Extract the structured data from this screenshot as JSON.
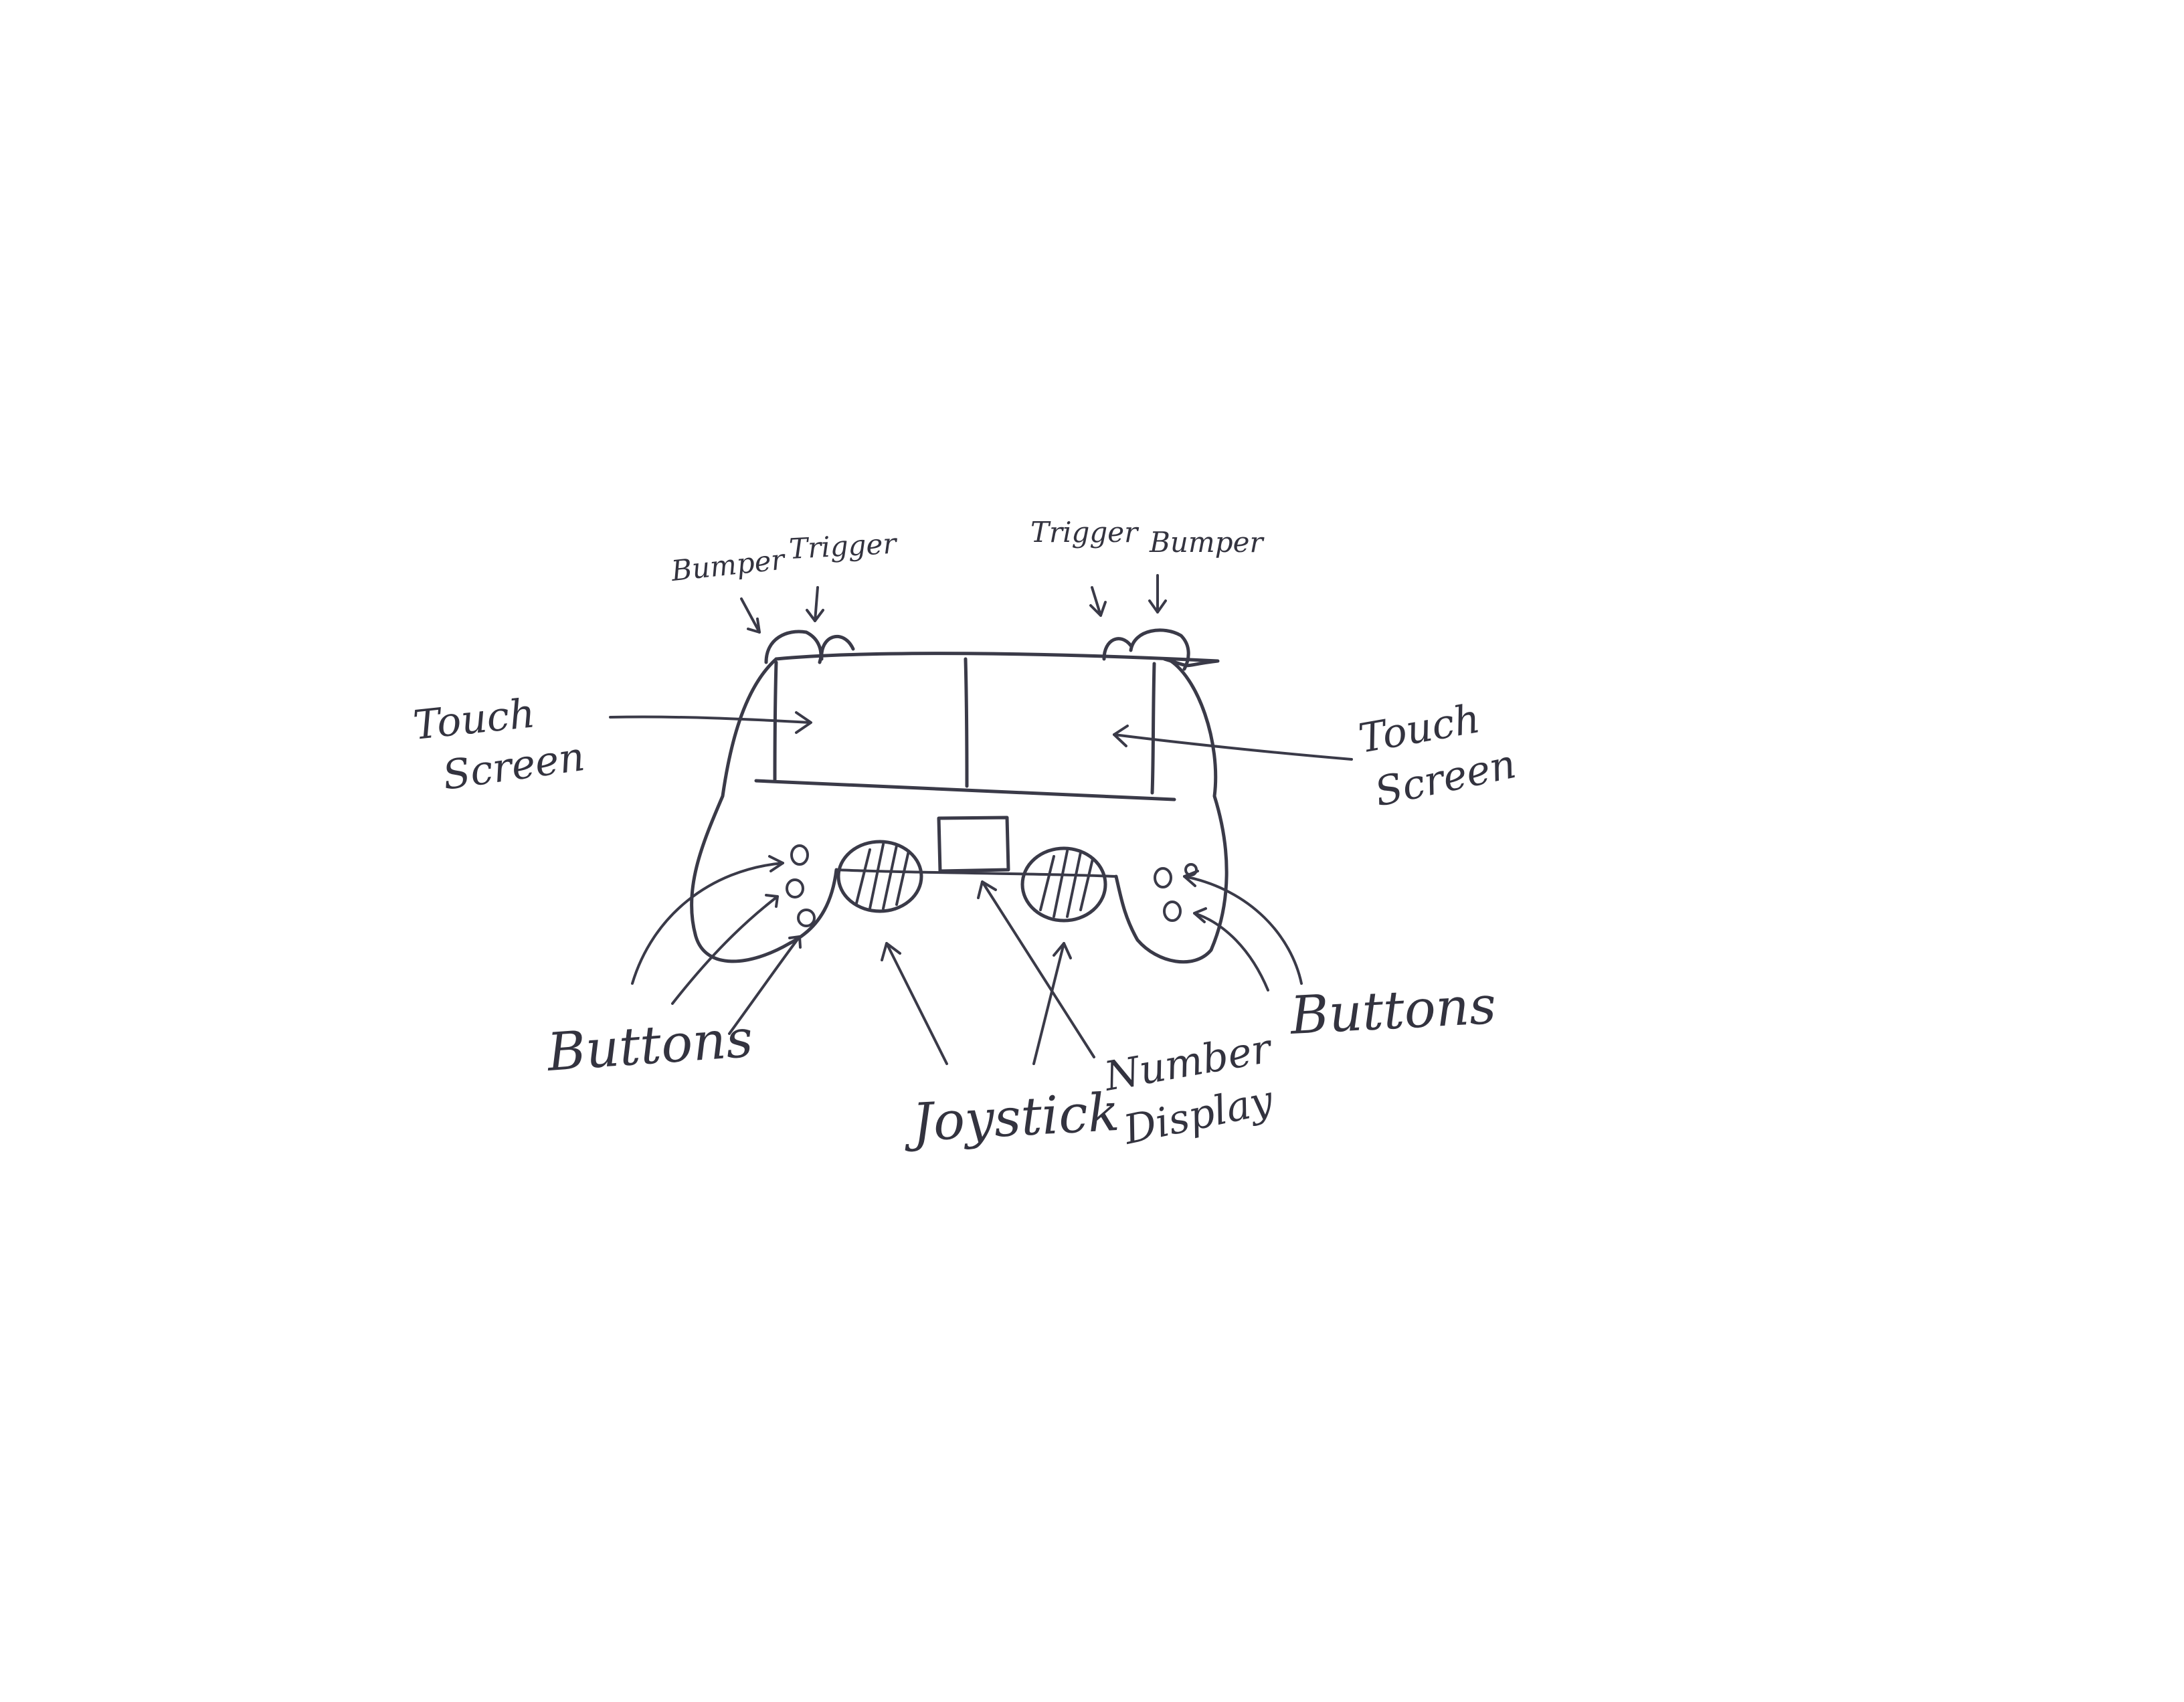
{
  "labels": {
    "bumper_left": "Bumper",
    "trigger_left": "Trigger",
    "trigger_right": "Trigger",
    "bumper_right": "Bumper",
    "touch_screen_left_line1": "Touch",
    "touch_screen_left_line2": "Screen",
    "touch_screen_right_line1": "Touch",
    "touch_screen_right_line2": "Screen",
    "buttons_left": "Buttons",
    "buttons_right": "Buttons",
    "joystick": "Joystick",
    "number_display_line1": "Number",
    "number_display_line2": "Display"
  },
  "colors": {
    "paper": "#ffffff",
    "ink": "#3a3a48"
  }
}
